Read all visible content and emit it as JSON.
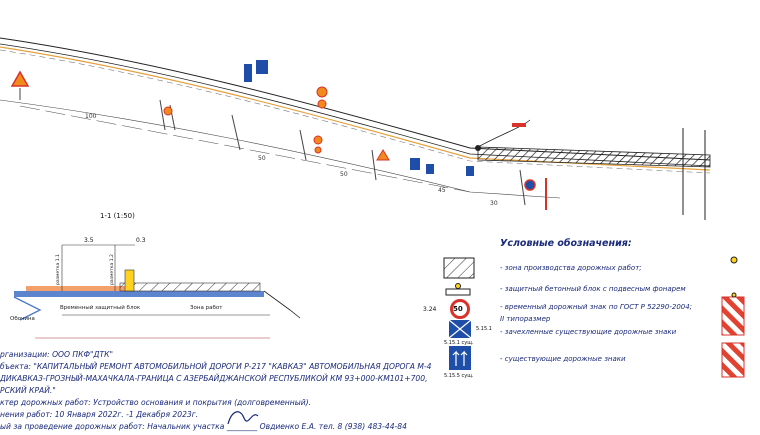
{
  "section_label": "1-1 (1:50)",
  "dimensions": {
    "d1": "3.5",
    "d2": "0.3"
  },
  "section_labels": {
    "temp_block": "Временный защитный блок",
    "work_zone": "Зона работ",
    "shoulder": "Обочина",
    "vert1": "разметка 1.1",
    "vert2": "разметка 1.2"
  },
  "road_labels": {
    "m100": "100",
    "m50a": "50",
    "m50b": "50",
    "m45": "45",
    "m30": "30"
  },
  "legend": {
    "title": "Условные обозначения:",
    "items": [
      {
        "text": "- зона производства дорожных работ;"
      },
      {
        "text": "- защитный бетонный блок с подвесным фонарем"
      },
      {
        "text": "- временный дорожный знак по ГОСТ Р 52290-2004;"
      },
      {
        "text": "II типоразмер"
      },
      {
        "text": "- зачехленные существующие дорожные знаки"
      },
      {
        "text": "- существующие дорожные знаки"
      }
    ],
    "sign_number": "3.24",
    "sign_value": "50",
    "code1": "5.15.1",
    "code2": "5.15.1 сущ.",
    "code3": "5.15.5 сущ."
  },
  "info_lines": [
    "рганизации: ООО ПКФ\"ДТК\"",
    "бъекта: \"КАПИТАЛЬНЫЙ РЕМОНТ АВТОМОБИЛЬНОЙ ДОРОГИ Р-217 \"КАВКАЗ\" АВТОМОБИЛЬНАЯ ДОРОГА М-4",
    "ДИКАВКАЗ-ГРОЗНЫЙ-МАХАЧКАЛА-ГРАНИЦА С АЗЕРБАЙДЖАНСКОЙ РЕСПУБЛИКОЙ КМ 93+000-КМ101+700,",
    "РСКИЙ КРАЙ.\"",
    "ктер дорожных работ: Устройство основания и покрытия (долговременный).",
    "нения работ: 10 Января 2022г. -1 Декабря 2023г.",
    "ый за проведение дорожных работ: Начальник участка ________ Овдиенко Е.А.  тел. 8 (938) 483-44-84"
  ],
  "colors": {
    "ink": "#1a2a7a",
    "sign_red": "#d9322a",
    "sign_orange": "#f08a1c",
    "sign_blue": "#1f4ea8",
    "sign_yellow": "#ffd21f"
  }
}
